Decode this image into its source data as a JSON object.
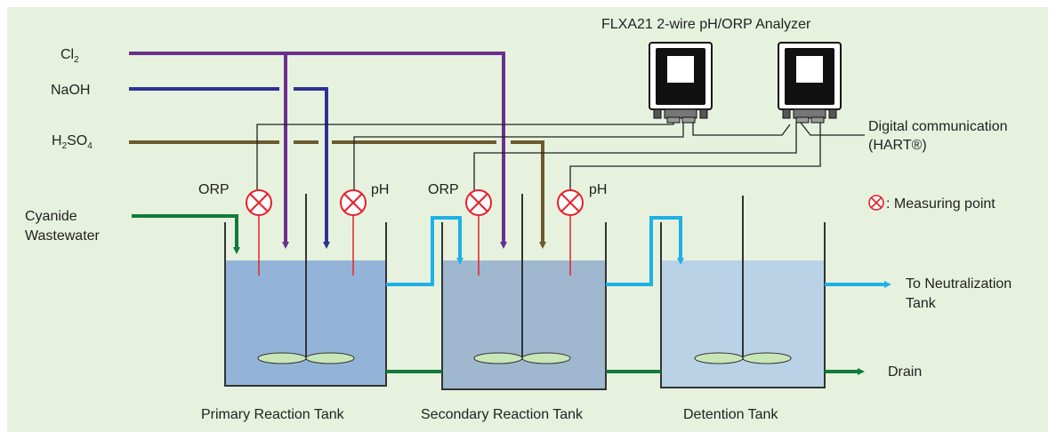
{
  "analyzer_title": "FLXA21 2-wire pH/ORP Analyzer",
  "chemicals": {
    "cl2": {
      "base": "Cl",
      "sub": "2"
    },
    "naoh": {
      "text": "NaOH"
    },
    "h2so4": {
      "p1": "H",
      "s1": "2",
      "p2": "SO",
      "s2": "4"
    }
  },
  "inlet": {
    "line1": "Cyanide",
    "line2": "Wastewater"
  },
  "sensors": {
    "orp1": "ORP",
    "ph1": "pH",
    "orp2": "ORP",
    "ph2": "pH"
  },
  "digital_comm": {
    "line1": "Digital communication",
    "line2": "(HART®)"
  },
  "legend": {
    "measuring_point": ": Measuring point"
  },
  "outlets": {
    "neutralization_line1": "To Neutralization",
    "neutralization_line2": "Tank",
    "drain": "Drain"
  },
  "tanks": {
    "primary": "Primary Reaction Tank",
    "secondary": "Secondary Reaction Tank",
    "detention": "Detention Tank"
  },
  "colors": {
    "background": "#e6f2de",
    "cl2_line": "#6b2f8e",
    "naoh_line": "#2e3192",
    "h2so4_line": "#6b5a2e",
    "water_flow": "#1fb0e6",
    "drain_flow": "#127a3a",
    "sensor_red": "#e8202a",
    "primary_water": "#93b4d8",
    "secondary_water": "#9fb7cf",
    "detention_water": "#b9d2e6"
  }
}
